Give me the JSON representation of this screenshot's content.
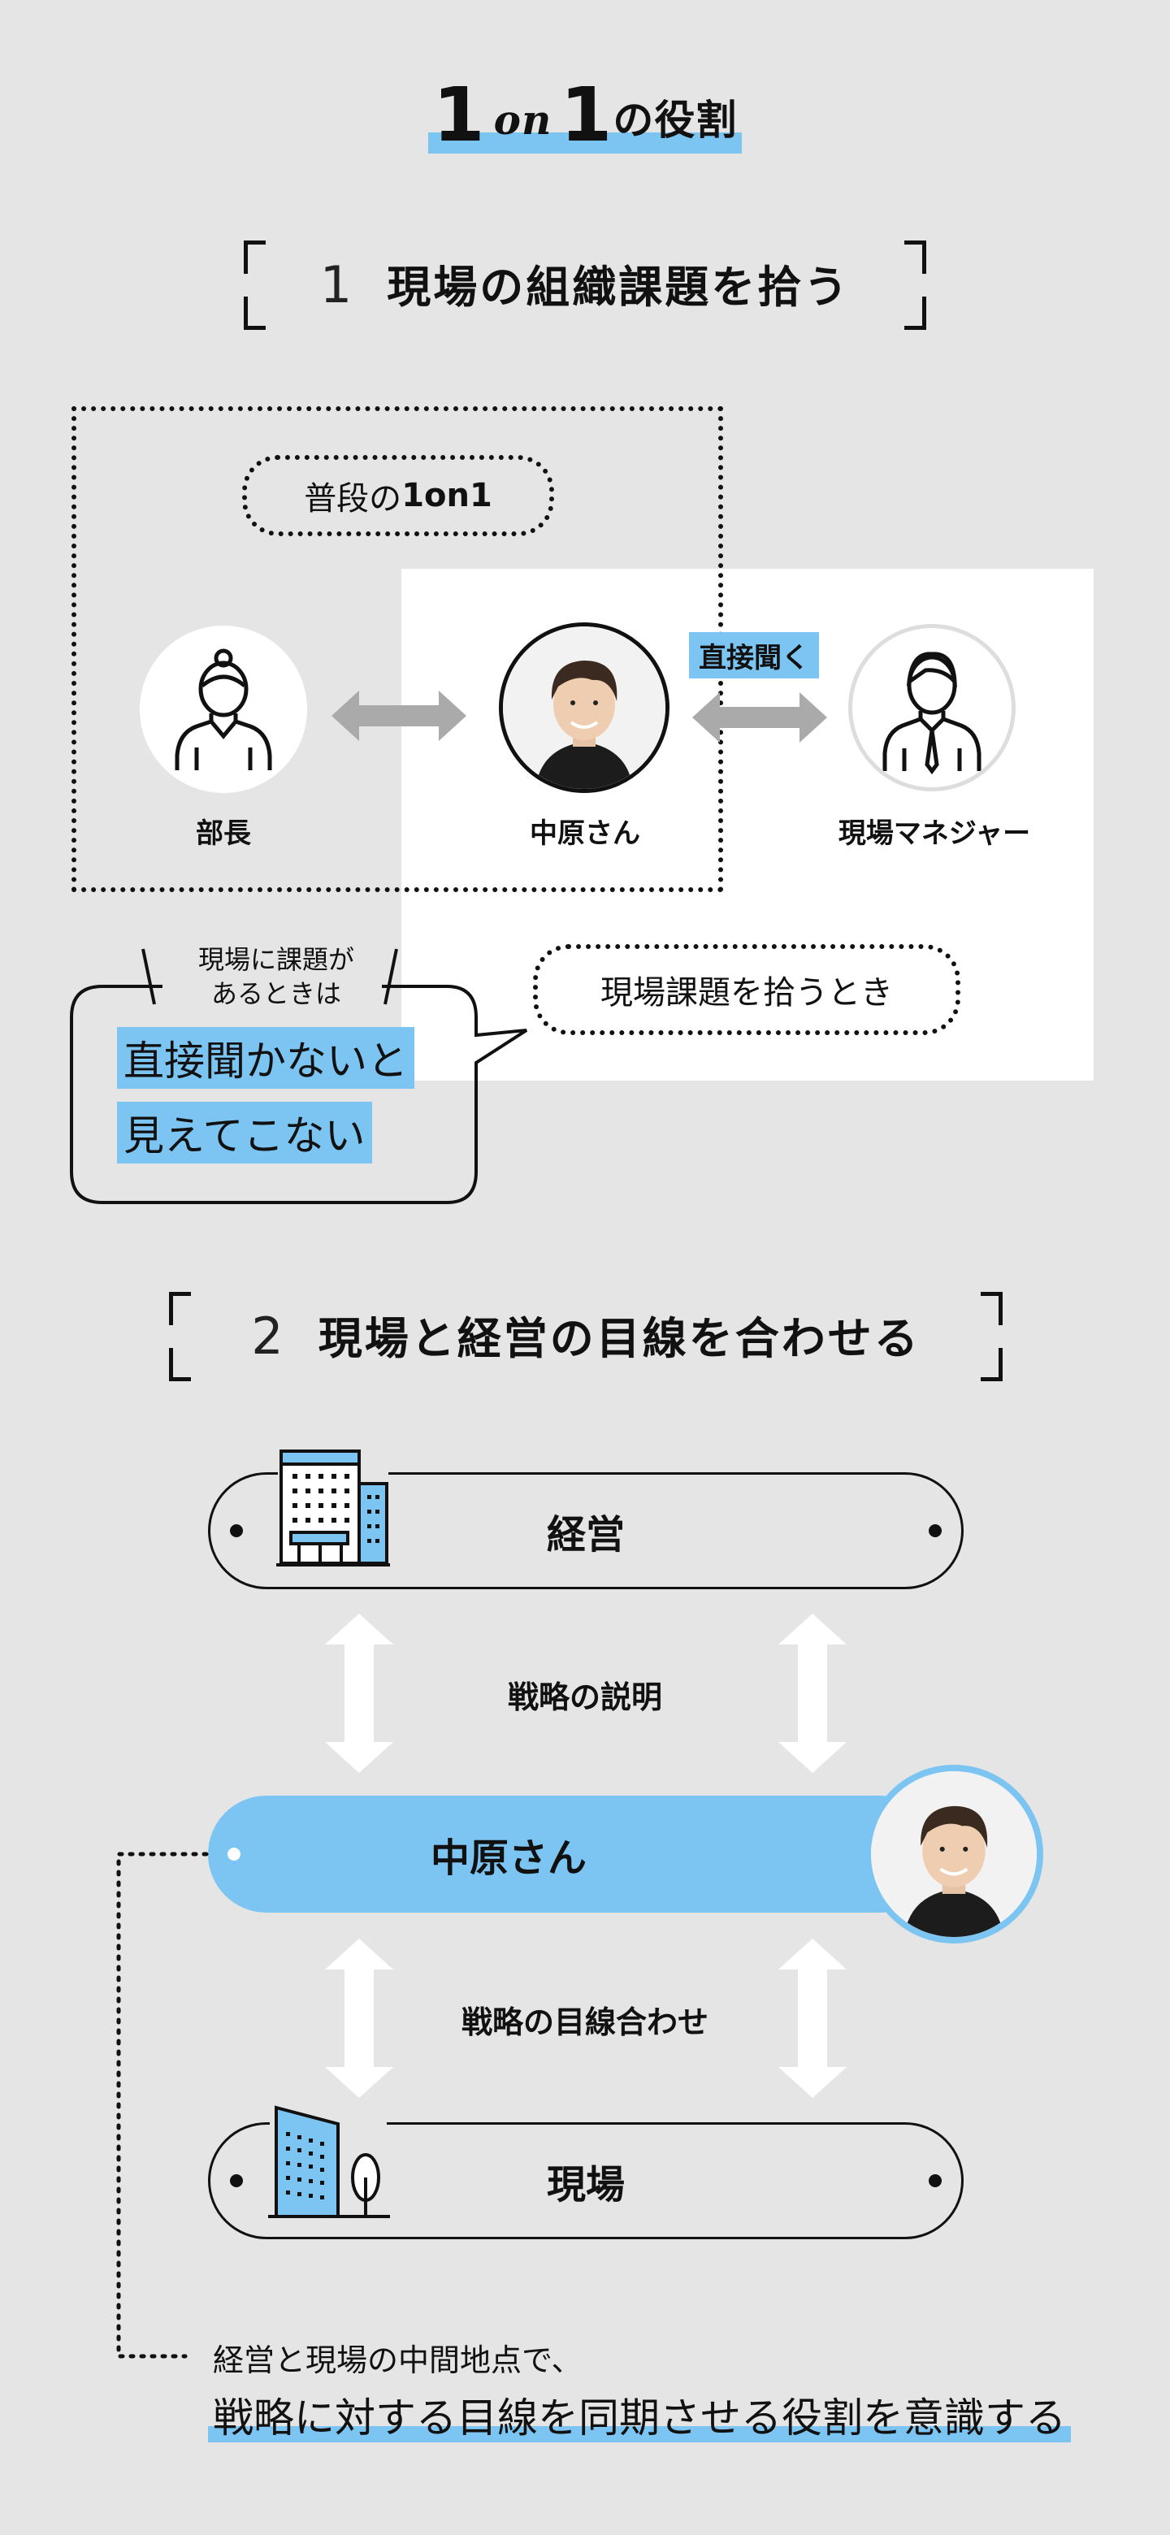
{
  "title": {
    "one_a": "1",
    "on": "on",
    "one_b": "1",
    "suffix": "の役割"
  },
  "section1": {
    "number": "1",
    "heading": "現場の組織課題を拾う",
    "usual_label": "普段の",
    "usual_label_bold": "1on1",
    "people": [
      {
        "name": "部長",
        "icon": "woman-icon"
      },
      {
        "name": "中原さん",
        "icon": "photo-avatar"
      },
      {
        "name": "現場マネジャー",
        "icon": "man-tie-icon"
      }
    ],
    "direct_tag": "直接聞く",
    "pick_label": "現場課題を拾うとき",
    "bubble_small_1": "現場に課題が",
    "bubble_small_2": "あるときは",
    "bubble_line_1": "直接聞かないと",
    "bubble_line_2": "見えてこない"
  },
  "section2": {
    "number": "2",
    "heading": "現場と経営の目線を合わせる",
    "top_bar": "経営",
    "arrow_label_1": "戦略の説明",
    "middle_bar": "中原さん",
    "arrow_label_2": "戦略の目線合わせ",
    "bottom_bar": "現場",
    "note_small": "経営と現場の中間地点で、",
    "note_big": "戦略に対する目線を同期させる役割を意識する"
  },
  "colors": {
    "accent": "#7cc5f2",
    "bg": "#e5e5e5",
    "ink": "#111111",
    "arrow": "#aaaaaa"
  }
}
